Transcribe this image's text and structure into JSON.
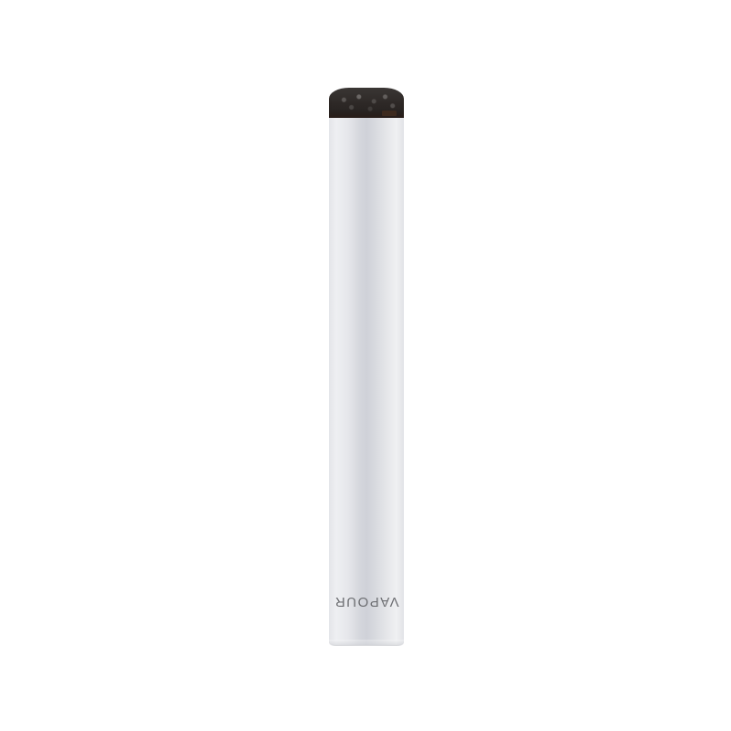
{
  "image": {
    "subject": "e-cigarette",
    "background_color": "#ffffff"
  },
  "product": {
    "brand_text": "VAPOUR",
    "brand_text_orientation": "rotated-180",
    "body_color": "#dcdee2",
    "tip_color": "#2d2826",
    "brand_text_color": "#6d6e72"
  }
}
